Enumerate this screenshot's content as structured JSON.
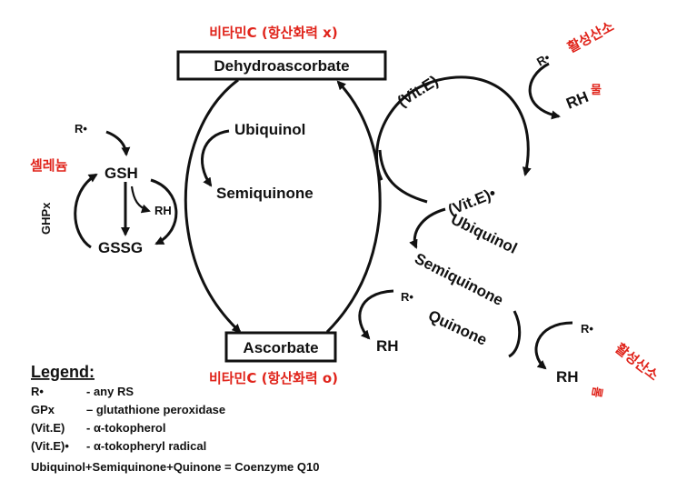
{
  "colors": {
    "ink": "#111111",
    "annotation": "#e0241b",
    "background": "#ffffff"
  },
  "boxes": {
    "dehydroascorbate": "Dehydroascorbate",
    "ascorbate": "Ascorbate"
  },
  "annotations": {
    "vitc_top": "비타민C (항산화력 x)",
    "vitc_bottom": "비타민C (항산화력 o)",
    "selenium": "셀레늄",
    "ros_top": "활성산소",
    "ros_bottom": "활성산소",
    "water_top": "물",
    "water_bottom": "물"
  },
  "labels": {
    "ubiquinol_inner": "Ubiquinol",
    "semiquinone_inner": "Semiquinone",
    "gsh": "GSH",
    "gssg": "GSSG",
    "ghpx": "GHPx",
    "r_gsh": "R•",
    "rh_gsh": "RH",
    "vite": "(Vit.E)",
    "vite_radical": "(Vit.E)•",
    "r_top": "R•",
    "rh_top": "RH",
    "ubiquinol_outer": "Ubiquinol",
    "semiquinone_outer": "Semiquinone",
    "quinone": "Quinone",
    "r_mid": "R•",
    "rh_mid": "RH",
    "r_right": "R•",
    "rh_right": "RH"
  },
  "legend": {
    "title": "Legend:",
    "items": [
      {
        "key": "R•",
        "desc": "- any RS"
      },
      {
        "key": "GPx",
        "desc": "– glutathione peroxidase"
      },
      {
        "key": "(Vit.E)",
        "desc": "- α-tokopherol"
      },
      {
        "key": "(Vit.E)•",
        "desc": "- α-tokopheryl radical"
      }
    ],
    "footer": "Ubiquinol+Semiquinone+Quinone = Coenzyme Q10"
  }
}
